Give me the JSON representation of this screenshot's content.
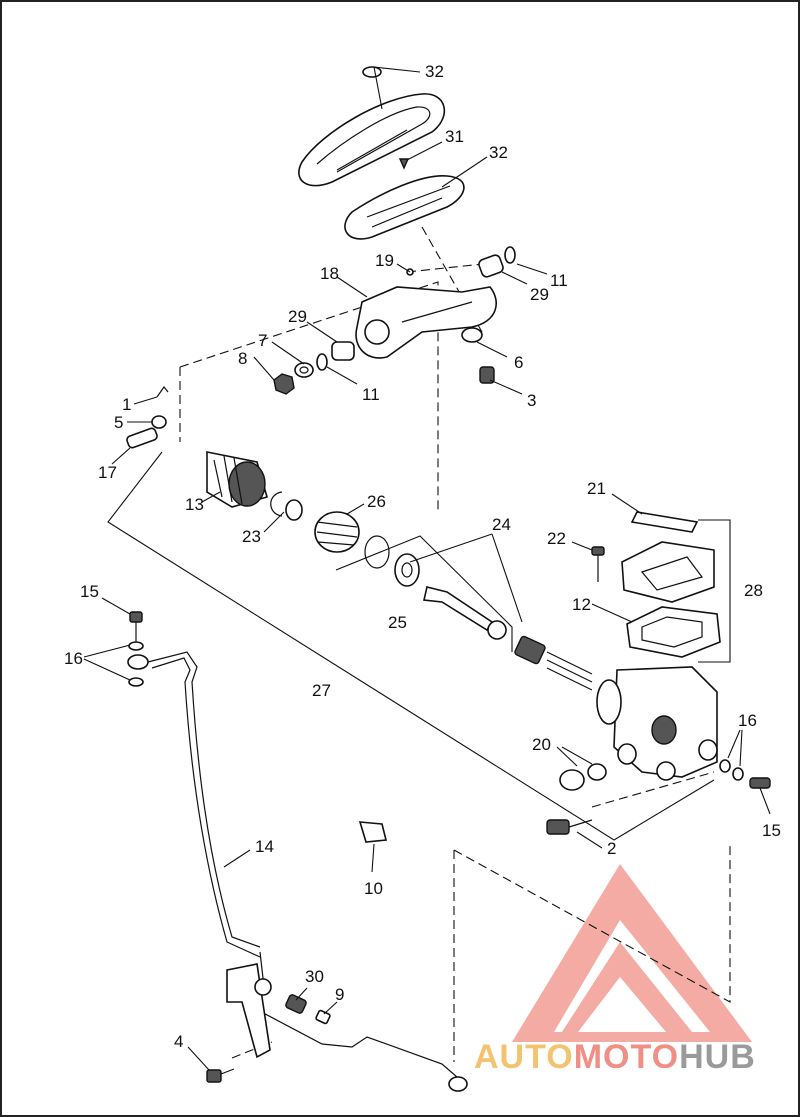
{
  "diagram": {
    "callouts": [
      {
        "id": "c32a",
        "text": "32"
      },
      {
        "id": "c31",
        "text": "31"
      },
      {
        "id": "c32b",
        "text": "32"
      },
      {
        "id": "c19",
        "text": "19"
      },
      {
        "id": "c18",
        "text": "18"
      },
      {
        "id": "c11a",
        "text": "11"
      },
      {
        "id": "c29a",
        "text": "29"
      },
      {
        "id": "c29b",
        "text": "29"
      },
      {
        "id": "c7",
        "text": "7"
      },
      {
        "id": "c8",
        "text": "8"
      },
      {
        "id": "c11b",
        "text": "11"
      },
      {
        "id": "c6",
        "text": "6"
      },
      {
        "id": "c3",
        "text": "3"
      },
      {
        "id": "c1",
        "text": "1"
      },
      {
        "id": "c5",
        "text": "5"
      },
      {
        "id": "c17",
        "text": "17"
      },
      {
        "id": "c13",
        "text": "13"
      },
      {
        "id": "c23",
        "text": "23"
      },
      {
        "id": "c26",
        "text": "26"
      },
      {
        "id": "c24",
        "text": "24"
      },
      {
        "id": "c21",
        "text": "21"
      },
      {
        "id": "c22",
        "text": "22"
      },
      {
        "id": "c28",
        "text": "28"
      },
      {
        "id": "c12",
        "text": "12"
      },
      {
        "id": "c25",
        "text": "25"
      },
      {
        "id": "c15a",
        "text": "15"
      },
      {
        "id": "c16a",
        "text": "16"
      },
      {
        "id": "c27",
        "text": "27"
      },
      {
        "id": "c20",
        "text": "20"
      },
      {
        "id": "c16b",
        "text": "16"
      },
      {
        "id": "c15b",
        "text": "15"
      },
      {
        "id": "c2",
        "text": "2"
      },
      {
        "id": "c14",
        "text": "14"
      },
      {
        "id": "c10",
        "text": "10"
      },
      {
        "id": "c30",
        "text": "30"
      },
      {
        "id": "c9",
        "text": "9"
      },
      {
        "id": "c4",
        "text": "4"
      }
    ]
  },
  "watermark": {
    "brand_part1": "AUTO",
    "brand_part2": "MOTO",
    "brand_part3": "HUB",
    "colors": {
      "triangle": "#ef8f86",
      "auto": "#f2c46f",
      "moto": "#ef8f86",
      "hub": "#9a9a9a"
    }
  }
}
